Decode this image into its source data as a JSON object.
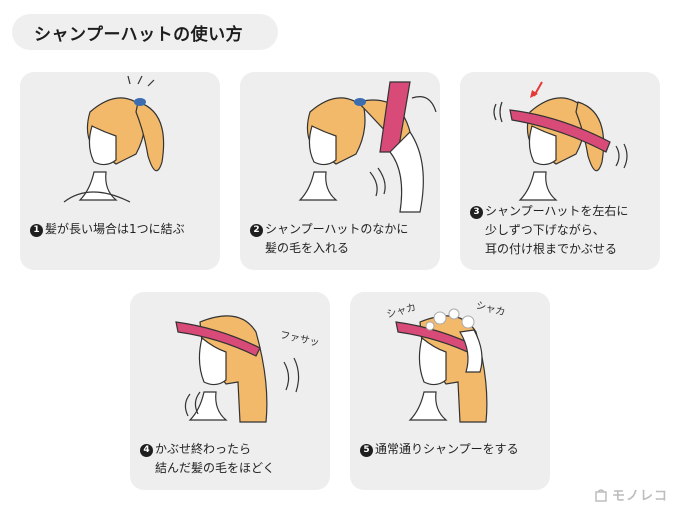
{
  "title": "シャンプーハットの使い方",
  "steps": [
    {
      "num": "1",
      "lines": [
        "髪が長い場合は1つに結ぶ"
      ]
    },
    {
      "num": "2",
      "lines": [
        "シャンプーハットのなかに",
        "髪の毛を入れる"
      ]
    },
    {
      "num": "3",
      "lines": [
        "シャンプーハットを左右に",
        "少しずつ下げながら、",
        "耳の付け根までかぶせる"
      ]
    },
    {
      "num": "4",
      "lines": [
        "かぶせ終わったら",
        "結んだ髪の毛をほどく"
      ]
    },
    {
      "num": "5",
      "lines": [
        "通常通りシャンプーをする"
      ]
    }
  ],
  "sfx": {
    "fasa": "ファサッ",
    "shaka1": "シャカ",
    "shaka2": "シャカ"
  },
  "brand": {
    "name": "モノレコ"
  },
  "colors": {
    "hair": "#f2b96a",
    "hat": "#d84a78",
    "card": "#eeeeee",
    "arrow": "#e53935"
  }
}
